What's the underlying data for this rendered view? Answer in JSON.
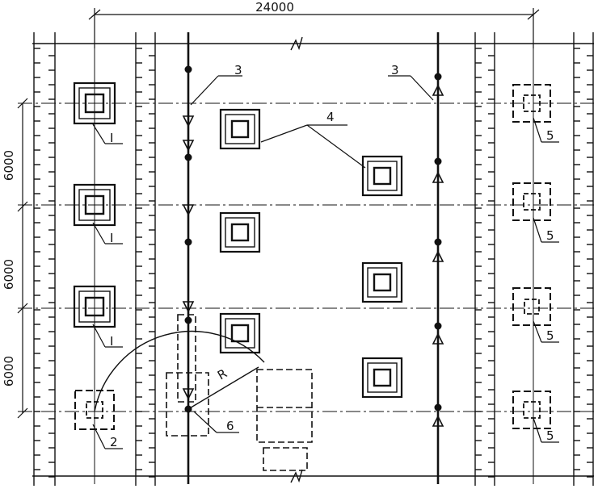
{
  "drawing": {
    "overall_dimension": "24000",
    "bay_dimensions": [
      "6000",
      "6000",
      "6000"
    ],
    "callouts": {
      "crane_track_left": "3",
      "crane_track_right": "3",
      "foundations_in_place": "4",
      "column_base_left_1": "I",
      "column_base_left_2": "I",
      "column_base_left_3": "I",
      "column_base_left_temp": "2",
      "column_base_right_1": "5",
      "column_base_right_2": "5",
      "column_base_right_3": "5",
      "column_base_right_4": "5",
      "crane_position": "6",
      "radius": "R"
    }
  }
}
